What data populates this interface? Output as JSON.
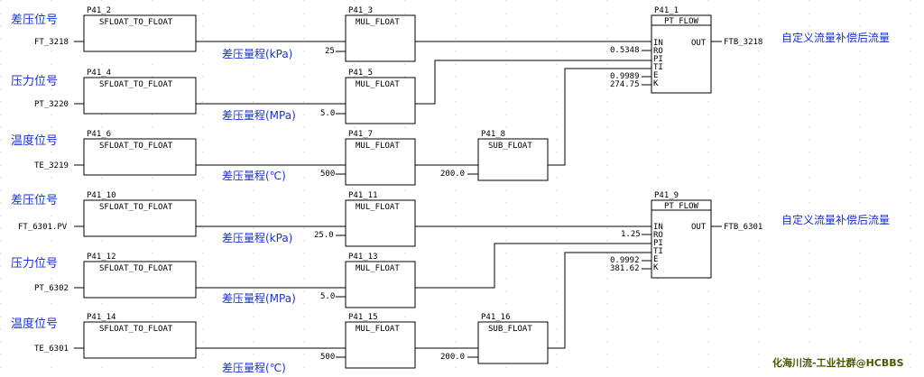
{
  "blocks": {
    "b41_2": {
      "name": "P41_2",
      "type": "SFLOAT_TO_FLOAT"
    },
    "b41_3": {
      "name": "P41_3",
      "type": "MUL_FLOAT"
    },
    "b41_4": {
      "name": "P41_4",
      "type": "SFLOAT_TO_FLOAT"
    },
    "b41_5": {
      "name": "P41_5",
      "type": "MUL_FLOAT"
    },
    "b41_6": {
      "name": "P41_6",
      "type": "SFLOAT_TO_FLOAT"
    },
    "b41_7": {
      "name": "P41_7",
      "type": "MUL_FLOAT"
    },
    "b41_8": {
      "name": "P41_8",
      "type": "SUB_FLOAT"
    },
    "b41_1": {
      "name": "P41_1",
      "type": "PT_FLOW"
    },
    "b41_10": {
      "name": "P41_10",
      "type": "SFLOAT_TO_FLOAT"
    },
    "b41_11": {
      "name": "P41_11",
      "type": "MUL_FLOAT"
    },
    "b41_12": {
      "name": "P41_12",
      "type": "SFLOAT_TO_FLOAT"
    },
    "b41_13": {
      "name": "P41_13",
      "type": "MUL_FLOAT"
    },
    "b41_14": {
      "name": "P41_14",
      "type": "SFLOAT_TO_FLOAT"
    },
    "b41_15": {
      "name": "P41_15",
      "type": "MUL_FLOAT"
    },
    "b41_16": {
      "name": "P41_16",
      "type": "SUB_FLOAT"
    },
    "b41_9": {
      "name": "P41_9",
      "type": "PT_FLOW"
    }
  },
  "pins": {
    "in": "IN",
    "ro": "RO",
    "pi": "PI",
    "ti": "TI",
    "e": "E",
    "k": "K",
    "out": "OUT"
  },
  "inputs": {
    "ft3218": "FT_3218",
    "pt3220": "PT_3220",
    "te3219": "TE_3219",
    "ft6301": "FT_6301.PV",
    "pt6302": "PT_6302",
    "te6301": "TE_6301"
  },
  "constants": {
    "c25a": "25",
    "c50a": "5.0",
    "c500a": "500",
    "c200a": "200.0",
    "ro1": "0.5348",
    "e1": "0.9989",
    "k1": "274.75",
    "c25b": "25.0",
    "c50b": "5.0",
    "c500b": "500",
    "c200b": "200.0",
    "ro2": "1.25",
    "e2": "0.9992",
    "k2": "381.62"
  },
  "outputs": {
    "out1": "FTB_3218",
    "out2": "FTB_6301"
  },
  "labels": {
    "dp1": "差压位号",
    "pr1": "压力位号",
    "tp1": "温度位号",
    "dp2": "差压位号",
    "pr2": "压力位号",
    "tp2": "温度位号",
    "range_kpa1": "差压量程(kPa)",
    "range_mpa1": "差压量程(MPa)",
    "range_c1": "差压量程(℃)",
    "range_kpa2": "差压量程(kPa)",
    "range_mpa2": "差压量程(MPa)",
    "range_c2": "差压量程(℃)",
    "comp1": "自定义流量补偿后流量",
    "comp2": "自定义流量补偿后流量"
  },
  "watermark": "化海川流-工业社群@HCBBS"
}
